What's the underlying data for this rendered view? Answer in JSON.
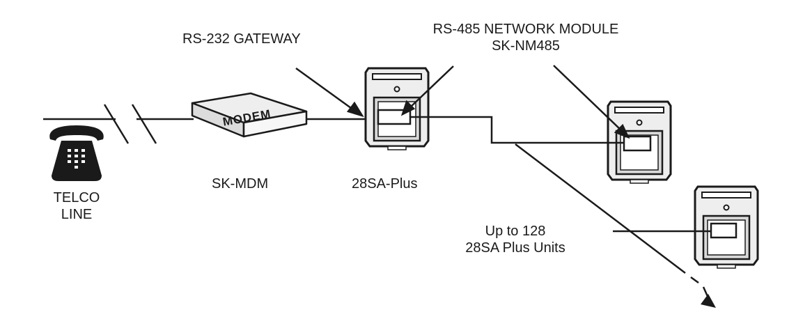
{
  "labels": {
    "rs232": "RS-232 GATEWAY",
    "rs485_line1": "RS-485 NETWORK MODULE",
    "rs485_line2": "SK-NM485",
    "modem_text": "MODEM",
    "sk_mdm": "SK-MDM",
    "unit_28sa": "28SA-Plus",
    "telco_line1": "TELCO",
    "telco_line2": "LINE",
    "upto_line1": "Up to 128",
    "upto_line2": "28SA Plus Units"
  },
  "colors": {
    "line": "#1a1a1a",
    "device_fill": "#eeeeee",
    "device_body": "#dcdcdc",
    "phone": "#1a1a1a"
  },
  "icons": [
    "telephone-icon",
    "modem-icon",
    "controller-unit-icon",
    "arrowhead-icon"
  ]
}
